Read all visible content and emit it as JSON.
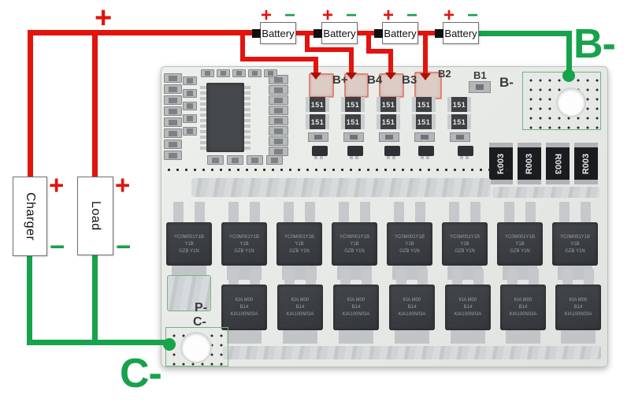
{
  "colors": {
    "red": "#e2140d",
    "red_dark": "#a81107",
    "green": "#17a24c",
    "silk": "#3a3a3a"
  },
  "wiring": {
    "plus": "+",
    "minus": "−",
    "battery": {
      "label": "Battery",
      "count": 4
    },
    "charger_label": "Charger",
    "load_label": "Load",
    "b_minus_big": "B-",
    "c_minus_big": "C-"
  },
  "board": {
    "pad_labels": [
      "B+",
      "B4",
      "B3",
      "B2",
      "B1"
    ],
    "silk": {
      "b_minus": "B-",
      "p_minus": "P-",
      "c_minus": "C-"
    },
    "resistor_151": {
      "label": "151",
      "count": 10
    },
    "shunt": {
      "label": "R003",
      "count": 4
    },
    "mosfet_rows": [
      {
        "count": 8,
        "line1": "YC0M001Y1B",
        "line2": "Y1B",
        "line3": "GZB  Y1N"
      },
      {
        "count": 7,
        "line1": "KIA  M00",
        "line2": "B14",
        "line3": "KIA100N03A"
      }
    ]
  }
}
